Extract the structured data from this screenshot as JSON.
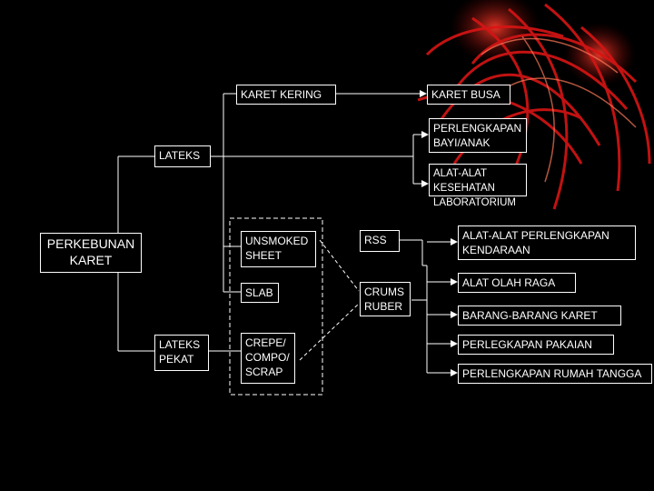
{
  "diagram": {
    "nodes": {
      "perkebunan": "PERKEBUNAN\nKARET",
      "lateks": "LATEKS",
      "lateks_pekat": "LATEKS\nPEKAT",
      "karet_kering": "KARET KERING",
      "karet_busa": "KARET BUSA",
      "perlengkapan_bayi": "PERLENGKAPAN\nBAYI/ANAK",
      "alat_kesehatan": "ALAT-ALAT KESEHATAN\nLABORATORIUM",
      "unsmoked_sheet": "UNSMOKED\nSHEET",
      "slab": "SLAB",
      "crepe": "CREPE/\nCOMPO/\nSCRAP",
      "rss": "RSS",
      "crums_ruber": "CRUMS\nRUBER",
      "alat_kendaraan": "ALAT-ALAT PERLENGKAPAN\nKENDARAAN",
      "alat_olah_raga": "ALAT OLAH RAGA",
      "barang_karet": "BARANG-BARANG KARET",
      "perlengkapan_pakaian": "PERLEGKAPAN PAKAIAN",
      "perlengkapan_rumah": "PERLENGKAPAN RUMAH TANGGA"
    },
    "colors": {
      "background": "#000000",
      "line": "#ffffff",
      "decoration": "#d81010"
    }
  }
}
